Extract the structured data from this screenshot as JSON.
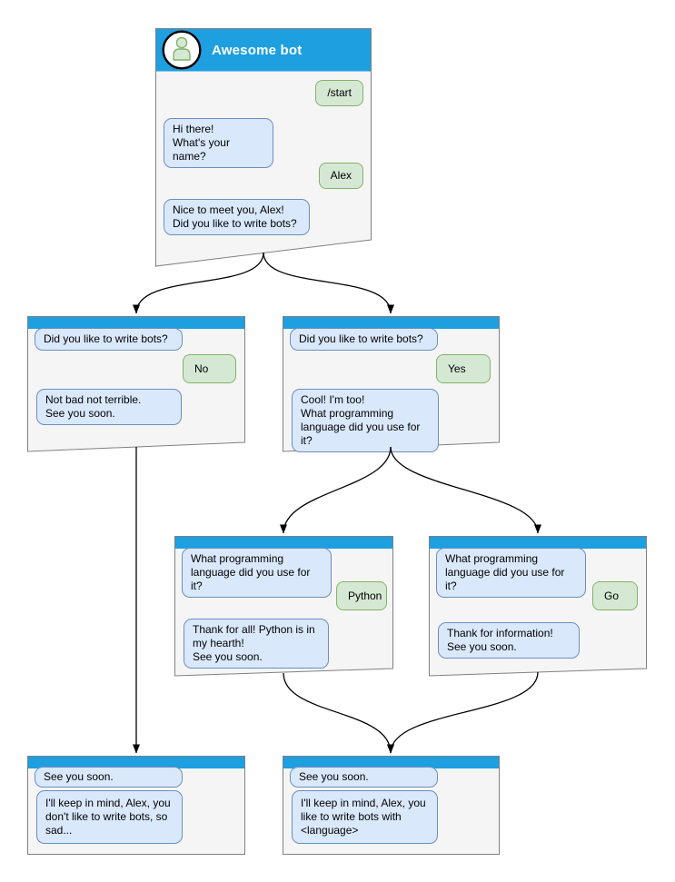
{
  "palette": {
    "header_blue": "#1d9fe0",
    "bot_bubble_fill": "#dae8fc",
    "bot_bubble_border": "#6c8ebf",
    "user_bubble_fill": "#d5e8d4",
    "user_bubble_border": "#82b366",
    "window_fill": "#f5f5f5",
    "window_border": "#808080",
    "connector_color": "#000000"
  },
  "windows": {
    "main": {
      "title": "Awesome bot",
      "avatar_icon": "person-icon",
      "messages": [
        {
          "from": "user",
          "text": "/start"
        },
        {
          "from": "bot",
          "text": "Hi there!\nWhat's your name?"
        },
        {
          "from": "user",
          "text": "Alex"
        },
        {
          "from": "bot",
          "text": "Nice to meet you, Alex!\nDid you like to write bots?"
        }
      ]
    },
    "branch_no": {
      "messages": [
        {
          "from": "bot",
          "text": "Did you like to write bots?"
        },
        {
          "from": "user",
          "text": "No"
        },
        {
          "from": "bot",
          "text": "Not bad not terrible.\nSee you soon."
        }
      ]
    },
    "branch_yes": {
      "messages": [
        {
          "from": "bot",
          "text": "Did you like to write bots?"
        },
        {
          "from": "user",
          "text": "Yes"
        },
        {
          "from": "bot",
          "text": "Cool! I'm too!\nWhat programming\nlanguage did you use for it?"
        }
      ]
    },
    "branch_python": {
      "messages": [
        {
          "from": "bot",
          "text": "What programming\nlanguage did you use for it?"
        },
        {
          "from": "user",
          "text": "Python"
        },
        {
          "from": "bot",
          "text": "Thank for all! Python is in\nmy hearth!\nSee you soon."
        }
      ]
    },
    "branch_go": {
      "messages": [
        {
          "from": "bot",
          "text": "What programming\nlanguage did you use for it?"
        },
        {
          "from": "user",
          "text": "Go"
        },
        {
          "from": "bot",
          "text": "Thank for information!\nSee you soon."
        }
      ]
    },
    "end_no": {
      "messages": [
        {
          "from": "bot",
          "text": "See you soon."
        },
        {
          "from": "bot",
          "text": "I'll keep in mind, Alex, you\ndon't like to write bots, so\nsad..."
        }
      ]
    },
    "end_yes": {
      "messages": [
        {
          "from": "bot",
          "text": "See you soon."
        },
        {
          "from": "bot",
          "text": "I'll keep in mind, Alex, you\nlike to write bots with\n<language>"
        }
      ]
    }
  },
  "connectors": [
    {
      "from": "main",
      "to": "branch_no"
    },
    {
      "from": "main",
      "to": "branch_yes"
    },
    {
      "from": "branch_yes",
      "to": "branch_python"
    },
    {
      "from": "branch_yes",
      "to": "branch_go"
    },
    {
      "from": "branch_no",
      "to": "end_no"
    },
    {
      "from": "branch_python",
      "to": "end_yes"
    },
    {
      "from": "branch_go",
      "to": "end_yes"
    }
  ]
}
